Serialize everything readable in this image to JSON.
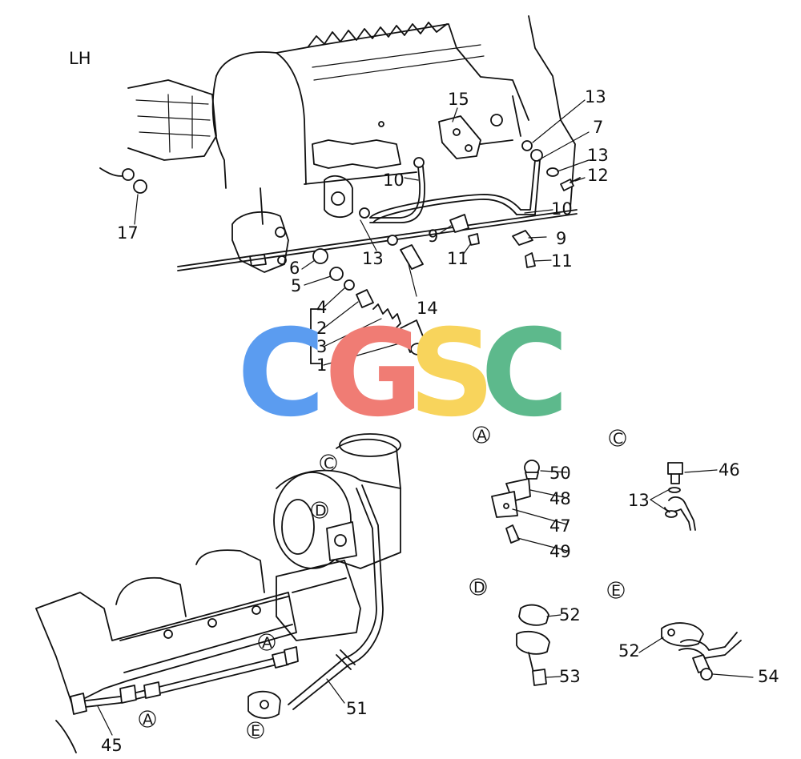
{
  "view_label": "LH",
  "watermark": {
    "letters": [
      {
        "char": "C",
        "color": "#5B9CF0"
      },
      {
        "char": "G",
        "color": "#F07C74"
      },
      {
        "char": "S",
        "color": "#F8D45C"
      },
      {
        "char": "C",
        "color": "#5DB98C"
      }
    ]
  },
  "part_labels": {
    "p1": "1",
    "p2": "2",
    "p3": "3",
    "p4": "4",
    "p5": "5",
    "p6": "6",
    "p7": "7",
    "p9a": "9",
    "p9b": "9",
    "p10a": "10",
    "p10b": "10",
    "p11a": "11",
    "p11b": "11",
    "p12": "12",
    "p13a": "13",
    "p13b": "13",
    "p13c": "13",
    "p13d": "13",
    "p14": "14",
    "p15": "15",
    "p17": "17",
    "p45": "45",
    "p46": "46",
    "p47": "47",
    "p48": "48",
    "p49": "49",
    "p50": "50",
    "p51": "51",
    "p52a": "52",
    "p52b": "52",
    "p53": "53",
    "p54": "54"
  },
  "callouts": {
    "A_head": "A",
    "C_head": "C",
    "D_head": "D",
    "E_head": "E",
    "A_1": "A",
    "A_2": "A",
    "C_1": "C",
    "D_1": "D",
    "E_1": "E"
  }
}
